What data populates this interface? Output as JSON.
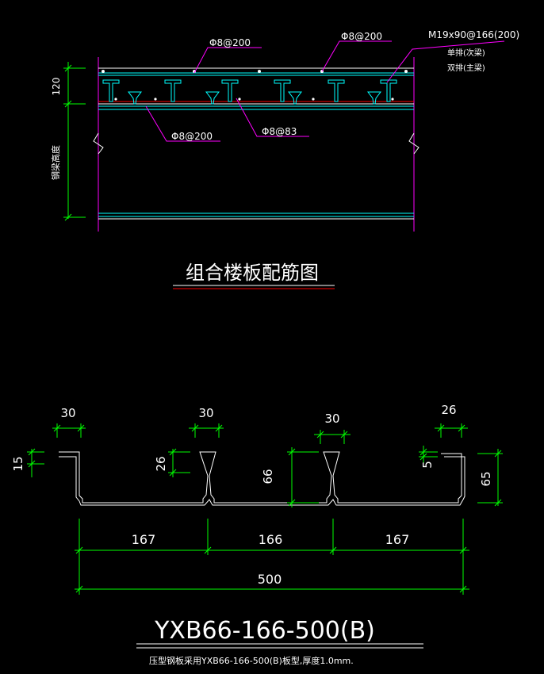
{
  "colors": {
    "background": "#000000",
    "white": "#ffffff",
    "cyan": "#00ffff",
    "green": "#00ff00",
    "magenta": "#ff00ff",
    "red": "#ff0000",
    "yellow": "#ffff00"
  },
  "section1": {
    "labels": {
      "top_left": "Φ8@200",
      "top_mid": "Φ8@200",
      "top_right": "M19x90@166(200)",
      "note_single": "单排(次梁)",
      "note_double": "双排(主梁)",
      "bottom_left": "Φ8@200",
      "bottom_mid": "Φ8@83",
      "dim_120": "120",
      "dim_beam": "钢梁高度"
    },
    "title": "组合楼板配筋图"
  },
  "section2": {
    "dims": {
      "top_30_left": "30",
      "top_30_mid": "30",
      "top_30_right": "30",
      "top_26": "26",
      "left_15": "15",
      "rib_26": "26",
      "rib_66": "66",
      "right_5": "5",
      "right_65": "65",
      "w_167_left": "167",
      "w_166": "166",
      "w_167_right": "167",
      "w_500": "500"
    },
    "title": "YXB66-166-500(B)",
    "note": "压型钢板采用YXB66-166-500(B)板型,厚度1.0mm."
  }
}
